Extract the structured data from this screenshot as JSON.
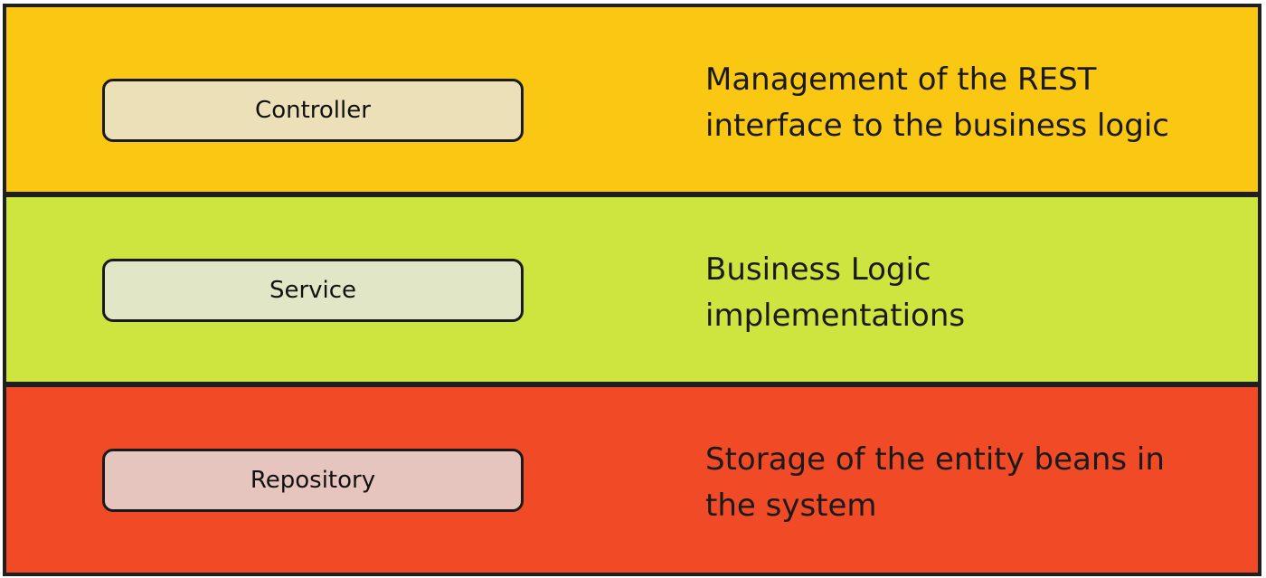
{
  "layers": [
    {
      "label": "Controller",
      "description": "Management of the REST\n interface to the business logic",
      "band_color": "#FAC713",
      "box_color": "#EBE0B7"
    },
    {
      "label": "Service",
      "description": "Business Logic\nimplementations",
      "band_color": "#CEE53F",
      "box_color": "#E0E6C6"
    },
    {
      "label": "Repository",
      "description": "Storage of the entity beans in\nthe system",
      "band_color": "#F04A26",
      "box_color": "#E6C5BE"
    }
  ]
}
